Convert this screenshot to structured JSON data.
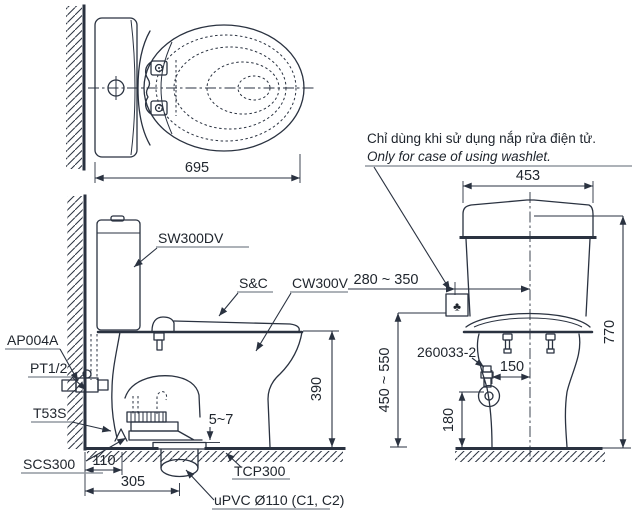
{
  "colors": {
    "ink": "#20262e",
    "line": "#2a3240",
    "underline": "#9298a0",
    "background": "#ffffff"
  },
  "note": {
    "vietnamese": "Chỉ dùng khi sử dụng nắp rửa điện tử.",
    "english": "Only for case of using washlet."
  },
  "top_view": {
    "dim_width": "695"
  },
  "side_view": {
    "label_tank": "SW300DV",
    "label_seat": "S&C",
    "label_bowl": "CW300V",
    "label_stop_valve": "AP004A",
    "label_supply_thread": "PT1/2",
    "label_seal": "T53S",
    "label_flange": "SCS300",
    "label_floor_socket": "TCP300",
    "label_drain_pipe": "uPVC Ø110 (C1, C2)",
    "dim_rim_height": "390",
    "dim_wall_to_flange": "110",
    "dim_rough_in": "305",
    "dim_floor_gap": "5~7"
  },
  "front_view": {
    "label_angle_valve": "260033-2",
    "dim_width": "453",
    "dim_total_height": "770",
    "dim_outlet_offset": "280 ~ 350",
    "dim_outlet_height": "450 ~ 550",
    "dim_valve_offset": "150",
    "dim_valve_height": "180",
    "outlet_symbol": "♣"
  }
}
